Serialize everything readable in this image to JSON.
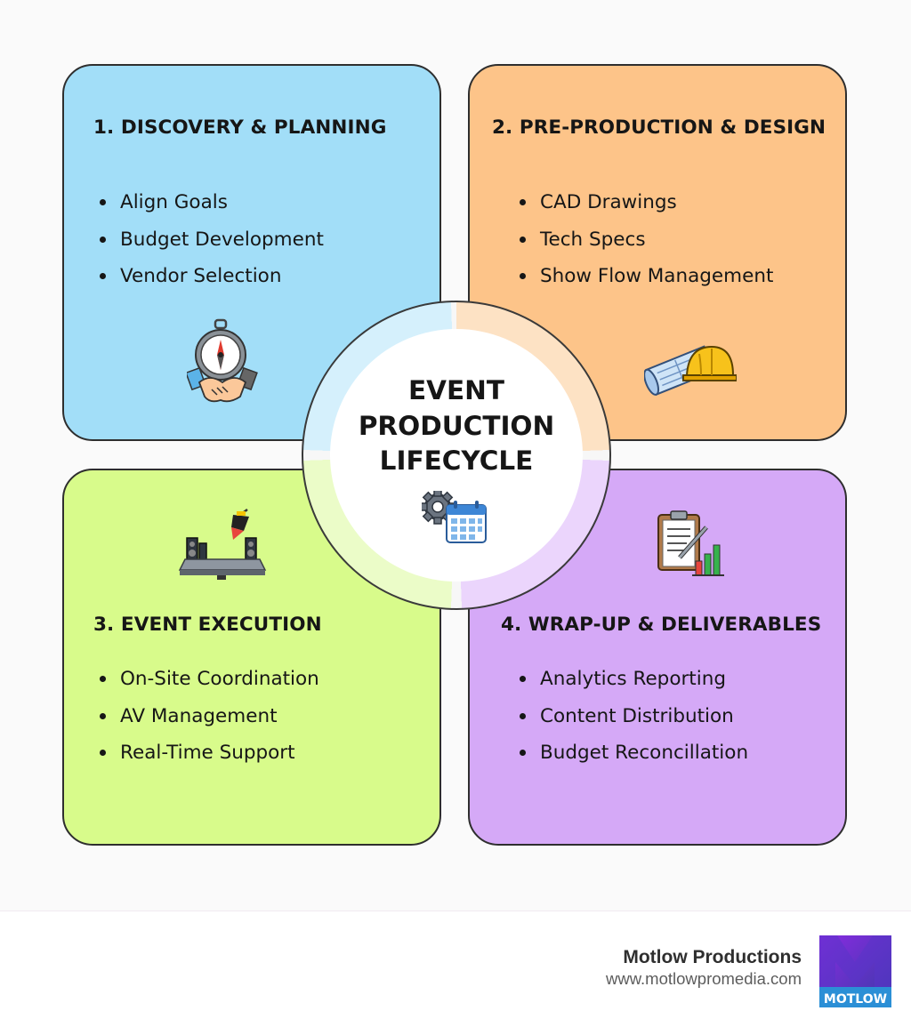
{
  "hub": {
    "title_lines": [
      "EVENT",
      "PRODUCTION",
      "LIFECYCLE"
    ]
  },
  "phases": [
    {
      "title": "1. DISCOVERY & PLANNING",
      "items": [
        "Align Goals",
        "Budget Development",
        "Vendor Selection"
      ],
      "color": "#a2def8",
      "icon": "compass-handshake-icon"
    },
    {
      "title": "2. PRE-PRODUCTION & DESIGN",
      "items": [
        "CAD Drawings",
        "Tech Specs",
        "Show Flow Management"
      ],
      "color": "#fdc489",
      "icon": "blueprint-hardhat-icon"
    },
    {
      "title": "3. EVENT EXECUTION",
      "items": [
        "On-Site Coordination",
        "AV Management",
        "Real-Time Support"
      ],
      "color": "#d8fb8b",
      "icon": "stage-speakers-icon"
    },
    {
      "title": "4. WRAP-UP & DELIVERABLES",
      "items": [
        "Analytics Reporting",
        "Content Distribution",
        "Budget Reconcillation"
      ],
      "color": "#d5a9f7",
      "icon": "clipboard-chart-icon"
    }
  ],
  "footer": {
    "company": "Motlow Productions",
    "url": "www.motlowpromedia.com",
    "logo_text": "MOTLOW"
  }
}
